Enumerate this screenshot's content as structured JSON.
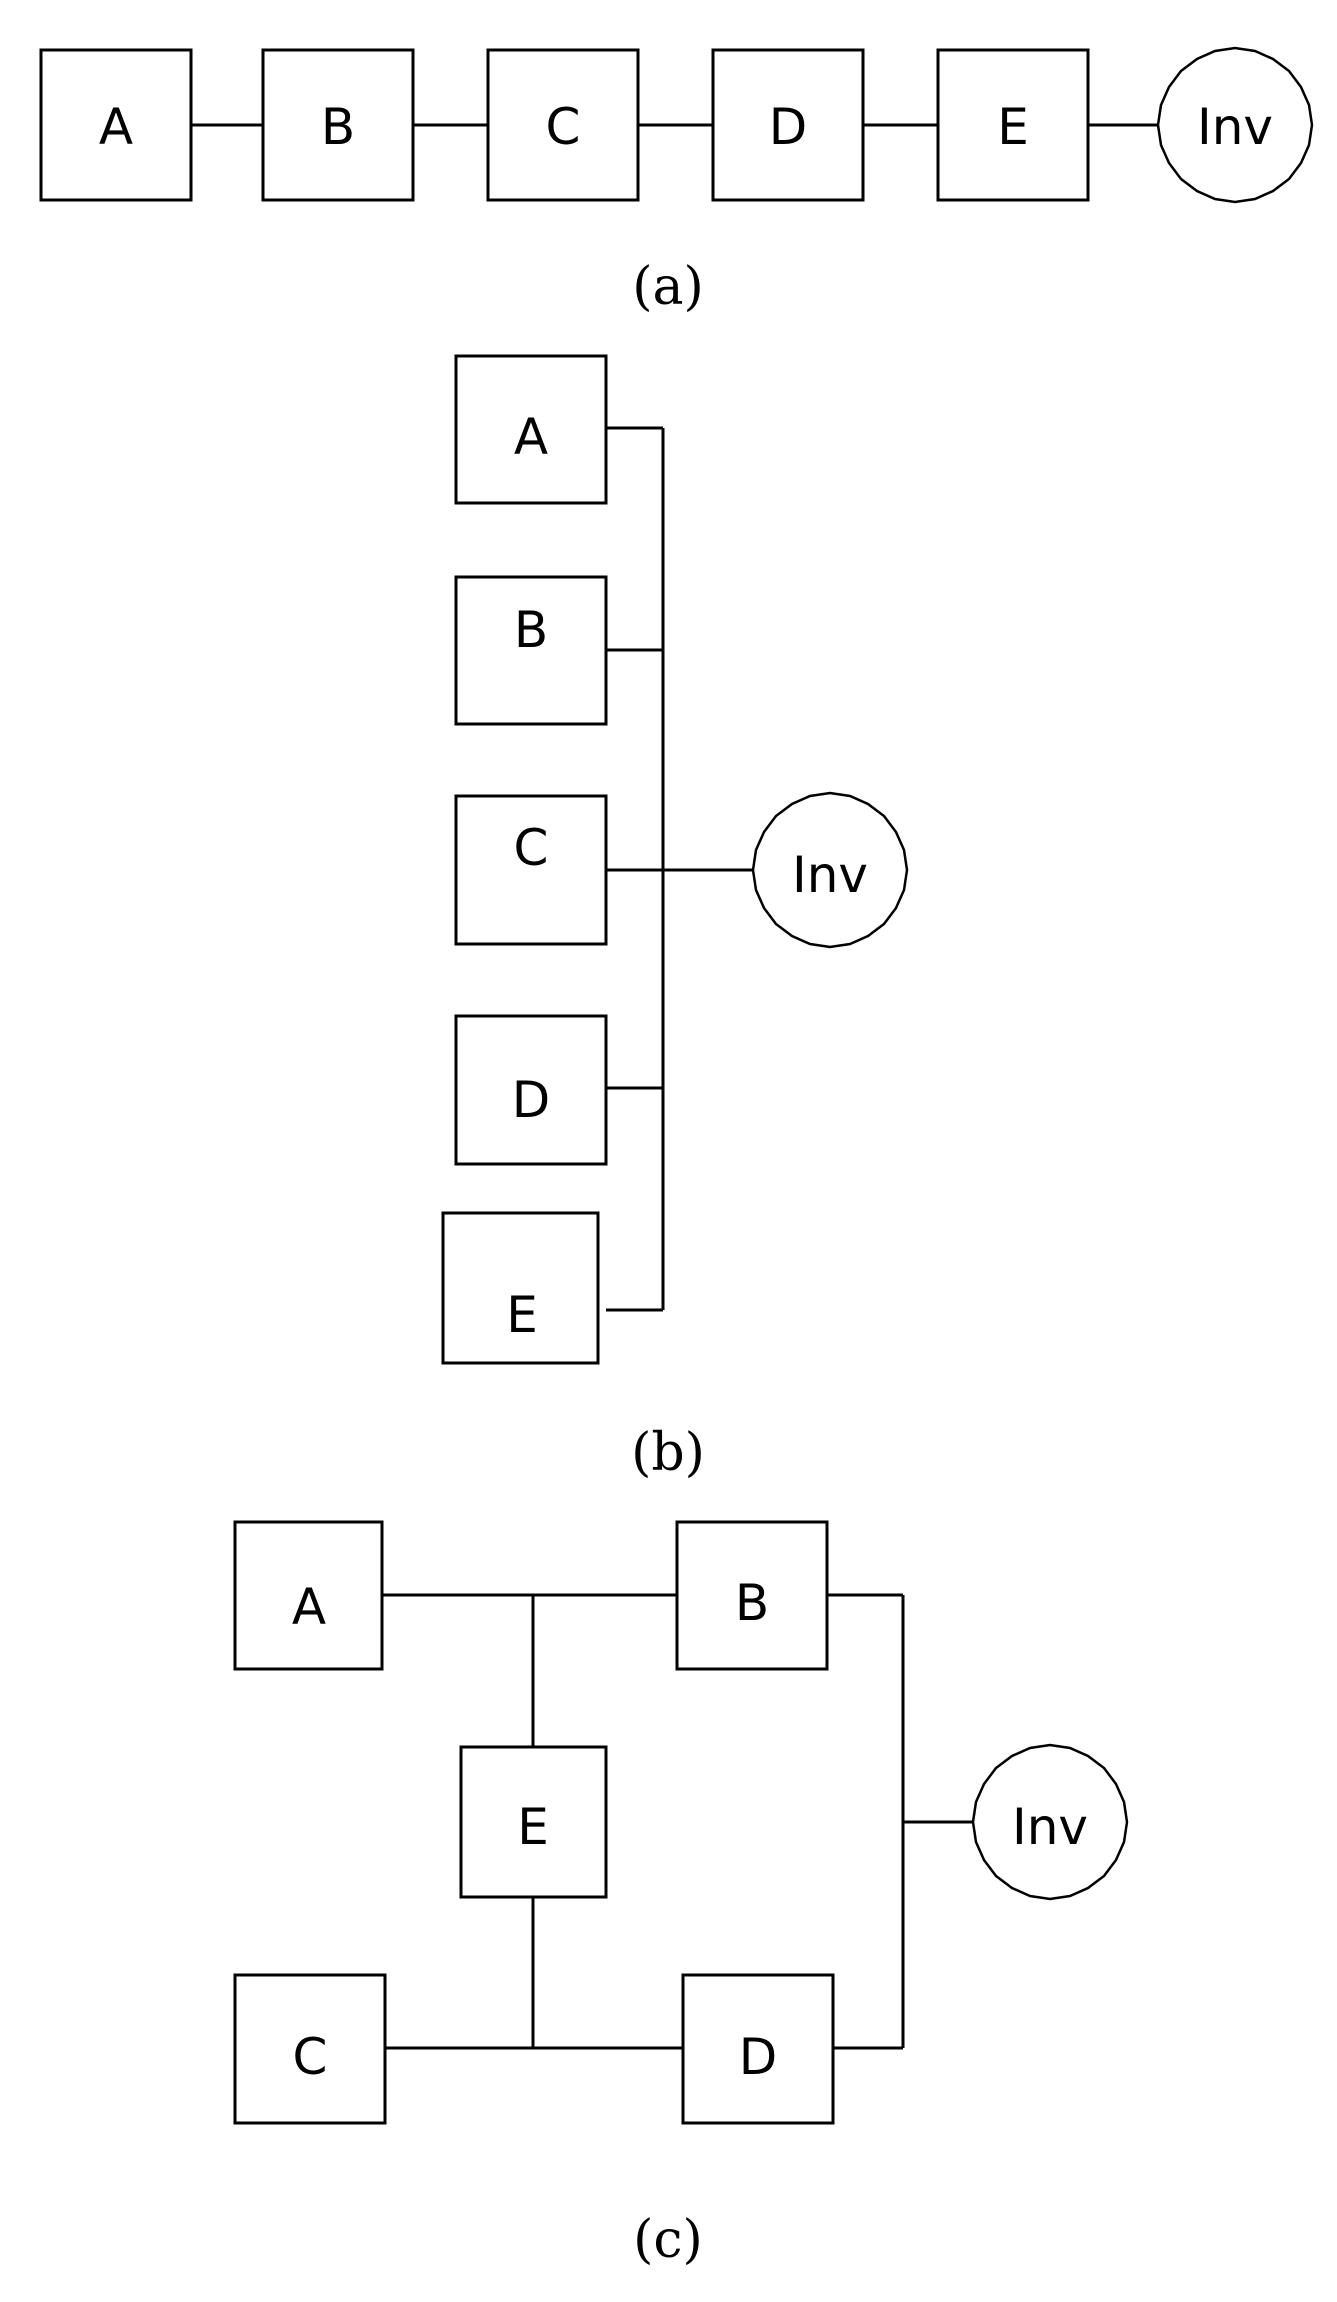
{
  "colors": {
    "background": "#ffffff",
    "stroke": "#000000"
  },
  "panels": [
    {
      "caption": "(a)",
      "nodes": {
        "a": "A",
        "b": "B",
        "c": "C",
        "d": "D",
        "e": "E",
        "inv": "Inv"
      }
    },
    {
      "caption": "(b)",
      "nodes": {
        "a": "A",
        "b": "B",
        "c": "C",
        "d": "D",
        "e": "E",
        "inv": "Inv"
      }
    },
    {
      "caption": "(c)",
      "nodes": {
        "a": "A",
        "b": "B",
        "c": "C",
        "d": "D",
        "e": "E",
        "inv": "Inv"
      }
    }
  ]
}
